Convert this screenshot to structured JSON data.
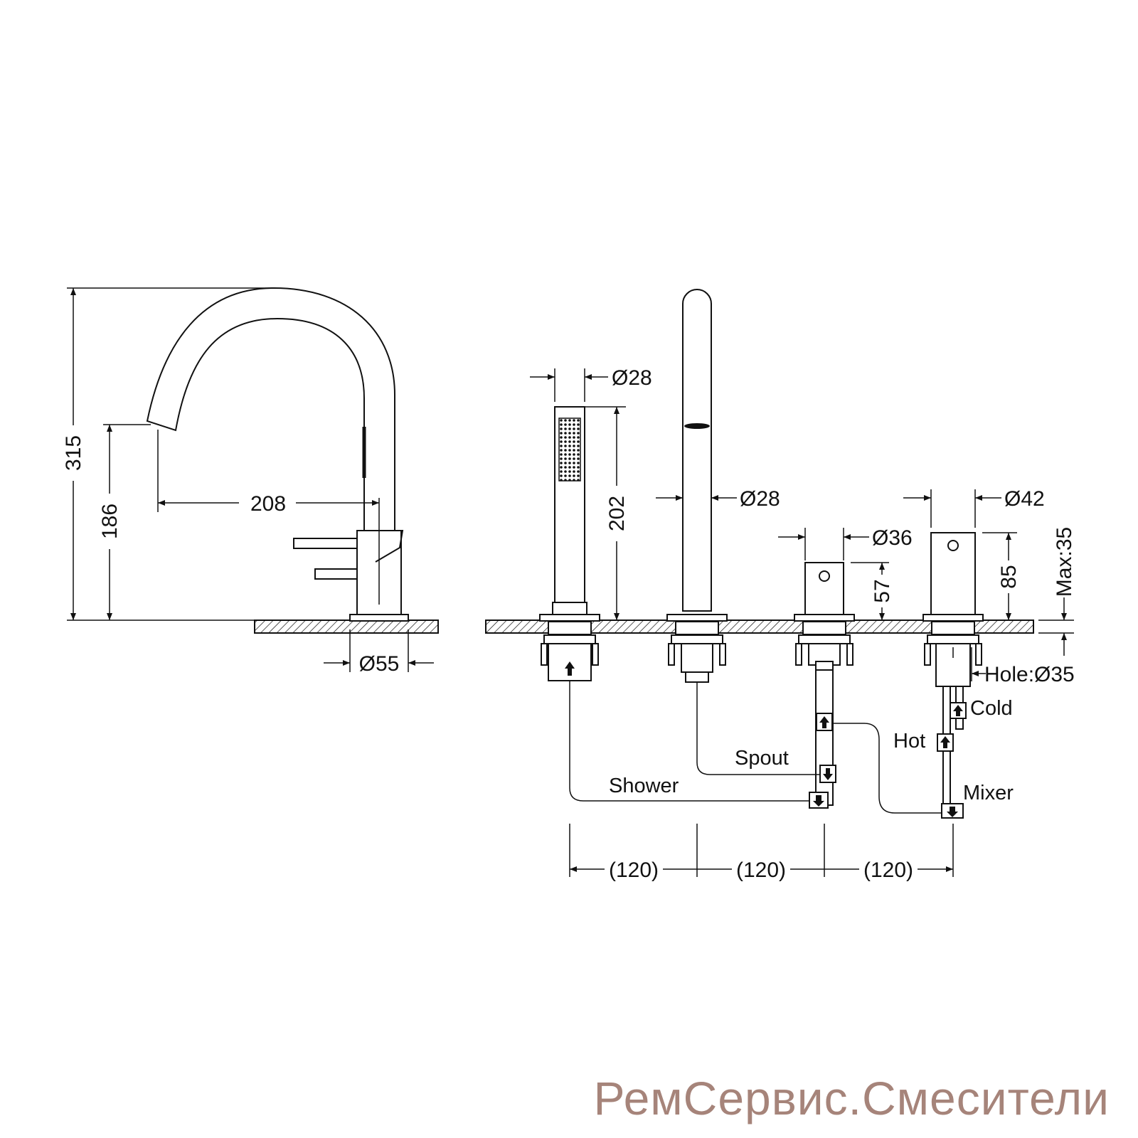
{
  "side_view": {
    "height_total": "315",
    "spout_height": "186",
    "reach": "208",
    "base_diameter": "Ø55"
  },
  "front_view": {
    "shower_diameter": "Ø28",
    "shower_height": "202",
    "spout_diameter": "Ø28",
    "diverter_diameter": "Ø36",
    "diverter_height": "57",
    "mixer_diameter": "Ø42",
    "mixer_height": "85",
    "deck_thickness": "Max:35",
    "hole": "Hole:Ø35"
  },
  "connections": {
    "cold": "Cold",
    "hot": "Hot",
    "mixer": "Mixer",
    "spout": "Spout",
    "shower": "Shower"
  },
  "spacing": [
    "(120)",
    "(120)",
    "(120)"
  ],
  "watermark": "РемСервис.Смесители"
}
